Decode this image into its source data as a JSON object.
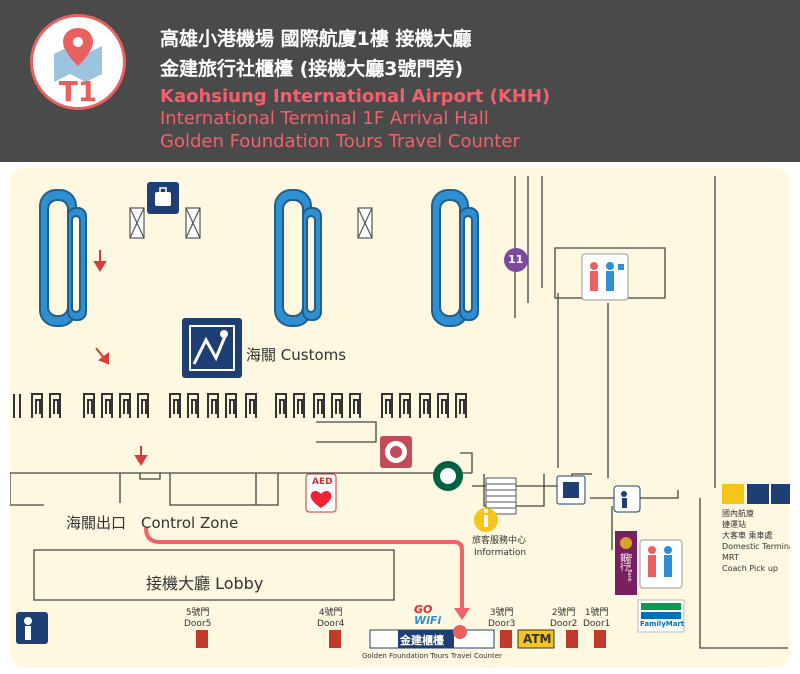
{
  "header": {
    "badge": "T1",
    "title_zh_line1": "高雄小港機場 國際航廈1樓 接機大廳",
    "title_zh_line2": "金建旅行社櫃檯 (接機大廳3號門旁)",
    "title_en_line1": "Kaohsiung International Airport (KHH)",
    "title_en_line2": "International Terminal 1F Arrival Hall",
    "title_en_line3": "Golden Foundation Tours Travel Counter"
  },
  "colors": {
    "header_bg": "#4a4a4a",
    "accent": "#e8615f",
    "map_bg": "#fdf8df",
    "carousel_blue": "#2f8fd0",
    "route_pink": "#f0616a"
  },
  "map": {
    "gate_number": "11",
    "customs_label": "海關 Customs",
    "exit_label": "海關出口　Control Zone",
    "lobby_label": "接機大廳 Lobby",
    "aed_label": "AED",
    "info_label_zh": "旅客服務中心",
    "info_label_en": "Information",
    "domestic_lines": [
      "國內航廈",
      "捷運站",
      "大客車 乘車處",
      "Domestic Terminal",
      "MRT",
      "Coach Pick up"
    ],
    "doors": [
      {
        "zh": "5號門",
        "en": "Door5"
      },
      {
        "zh": "4號門",
        "en": "Door4"
      },
      {
        "zh": "3號門",
        "en": "Door3"
      },
      {
        "zh": "2號門",
        "en": "Door2"
      },
      {
        "zh": "1號門",
        "en": "Door1"
      }
    ],
    "wifi_line1": "GO",
    "wifi_line2": "WiFi",
    "counter_label_zh": "金建櫃檯",
    "counter_label_en": "Golden Foundation Tours Travel Counter",
    "atm_label": "ATM",
    "familymart_label": "FamilyMart",
    "bank_label": "銀行",
    "bank_label_en": "Mega Bank"
  }
}
